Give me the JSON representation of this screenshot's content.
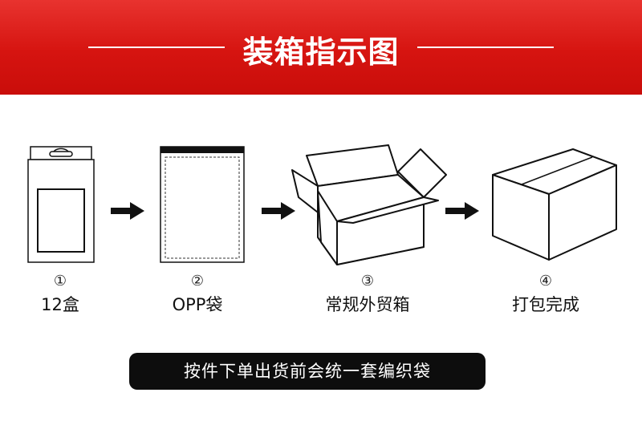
{
  "banner": {
    "title": "装箱指示图"
  },
  "steps": [
    {
      "number": "①",
      "label": "12盒"
    },
    {
      "number": "②",
      "label": "OPP袋"
    },
    {
      "number": "③",
      "label": "常规外贸箱"
    },
    {
      "number": "④",
      "label": "打包完成"
    }
  ],
  "footer": {
    "note": "按件下单出货前会统一套编织袋"
  },
  "colors": {
    "banner_red": "#d61410",
    "pill_black": "#0d0d0d",
    "line": "#111111"
  }
}
